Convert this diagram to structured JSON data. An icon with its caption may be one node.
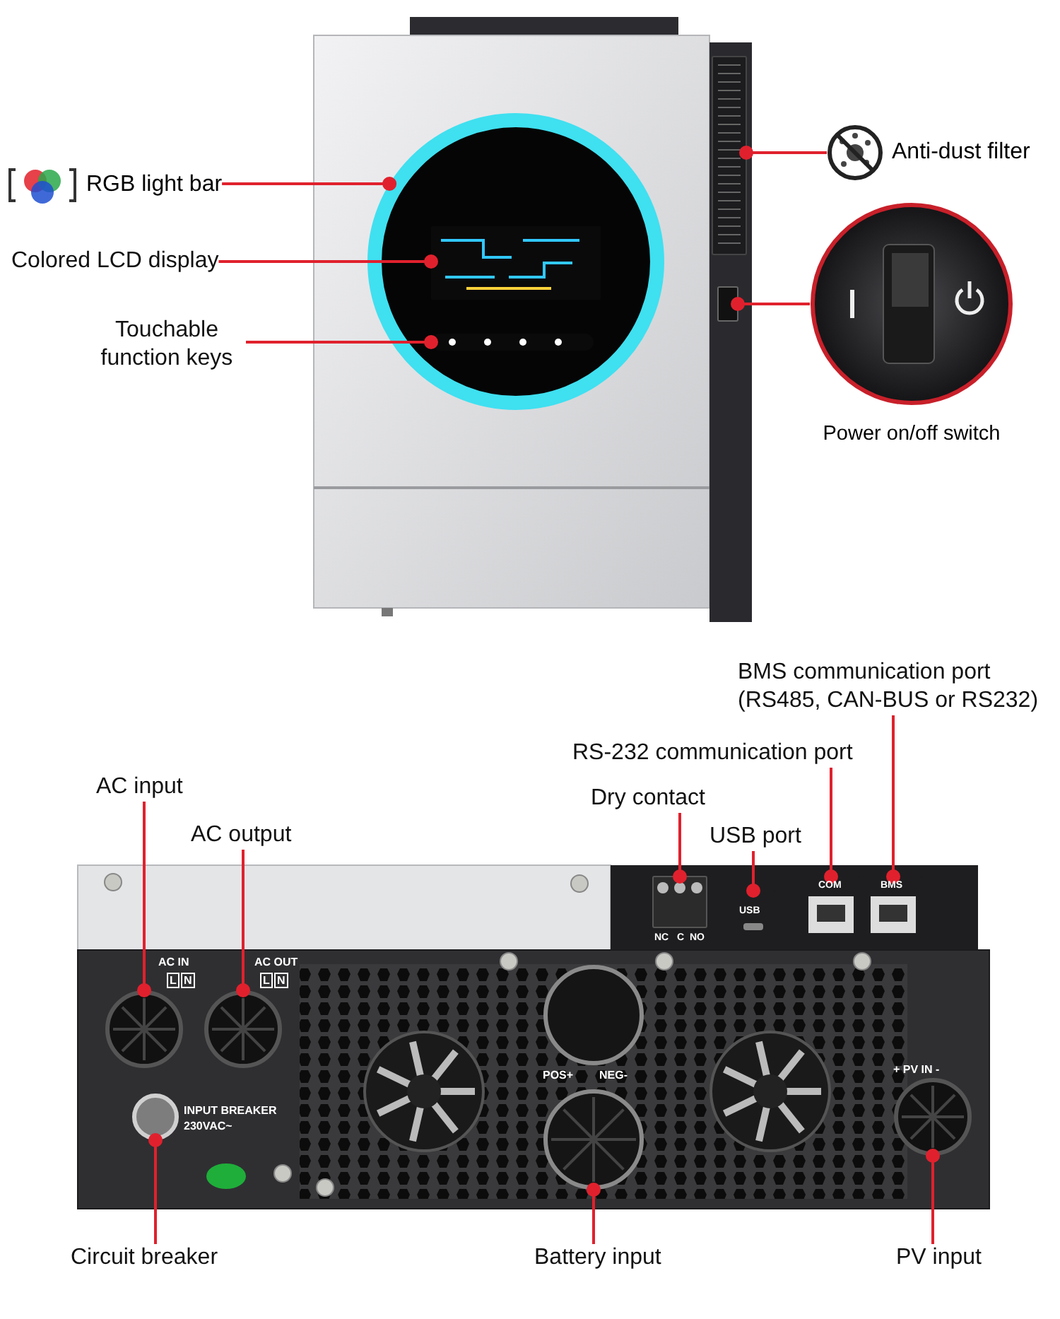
{
  "diagram": {
    "nodes": [
      {
        "text": [
          "RGB light bar"
        ]
      },
      {
        "text": [
          "Colored LCD display"
        ]
      },
      {
        "text": [
          "Touchable function keys"
        ]
      },
      {
        "text": [
          "Anti-dust filter"
        ]
      },
      {
        "text": [
          "Power on/off switch"
        ]
      },
      {
        "text": [
          "AC input"
        ]
      },
      {
        "text": [
          "AC output"
        ]
      },
      {
        "text": [
          "BMS communication port (RS485, CAN-BUS or RS232)"
        ]
      },
      {
        "text": [
          "RS-232 communication port"
        ]
      },
      {
        "text": [
          "Dry contact"
        ]
      },
      {
        "text": [
          "USB port"
        ]
      },
      {
        "text": [
          "Circuit breaker"
        ]
      },
      {
        "text": [
          "Battery input"
        ]
      },
      {
        "text": [
          "PV input"
        ]
      },
      {
        "text": [],
        "shape": "circle"
      },
      {
        "text": [],
        "shape": "box",
        "in": 14
      },
      {
        "text": [],
        "shape": "bar",
        "in": 14
      },
      {
        "text": [],
        "shape": "box"
      },
      {
        "text": [],
        "shape": "box"
      },
      {
        "text": [],
        "shape": "circle"
      },
      {
        "text": [],
        "shape": "circle"
      },
      {
        "text": [],
        "shape": "box"
      },
      {
        "text": [],
        "shape": "box"
      },
      {
        "text": [],
        "shape": "box"
      },
      {
        "text": [],
        "shape": "box"
      },
      {
        "text": [],
        "shape": "circle"
      },
      {
        "text": [],
        "shape": "circle"
      },
      {
        "text": [],
        "shape": "circle"
      }
    ],
    "edges": [
      {
        "from": 0,
        "to": 14,
        "arrow": "other"
      },
      {
        "from": 1,
        "to": 15,
        "arrow": "other"
      },
      {
        "from": 2,
        "to": 16,
        "arrow": "other"
      },
      {
        "from": 3,
        "to": 17,
        "arrow": "other"
      },
      {
        "from": 4,
        "to": 18,
        "arrow": "other"
      },
      {
        "from": 5,
        "to": 19,
        "arrow": "other"
      },
      {
        "from": 6,
        "to": 20,
        "arrow": "other"
      },
      {
        "from": 7,
        "to": 21,
        "arrow": "other"
      },
      {
        "from": 8,
        "to": 22,
        "arrow": "other"
      },
      {
        "from": 9,
        "to": 23,
        "arrow": "other"
      },
      {
        "from": 10,
        "to": 24,
        "arrow": "other"
      },
      {
        "from": 11,
        "to": 25,
        "arrow": "other"
      },
      {
        "from": 12,
        "to": 26,
        "arrow": "other"
      },
      {
        "from": 13,
        "to": 27,
        "arrow": "other"
      }
    ],
    "labels": [
      "COM",
      "BMS",
      "USB",
      "NC",
      "C",
      "NO",
      "AC IN",
      "AC OUT",
      "L",
      "N",
      "L",
      "N",
      "+ PV IN -",
      "POS+",
      "NEG-",
      "INPUT BREAKER",
      "230VAC~"
    ]
  }
}
